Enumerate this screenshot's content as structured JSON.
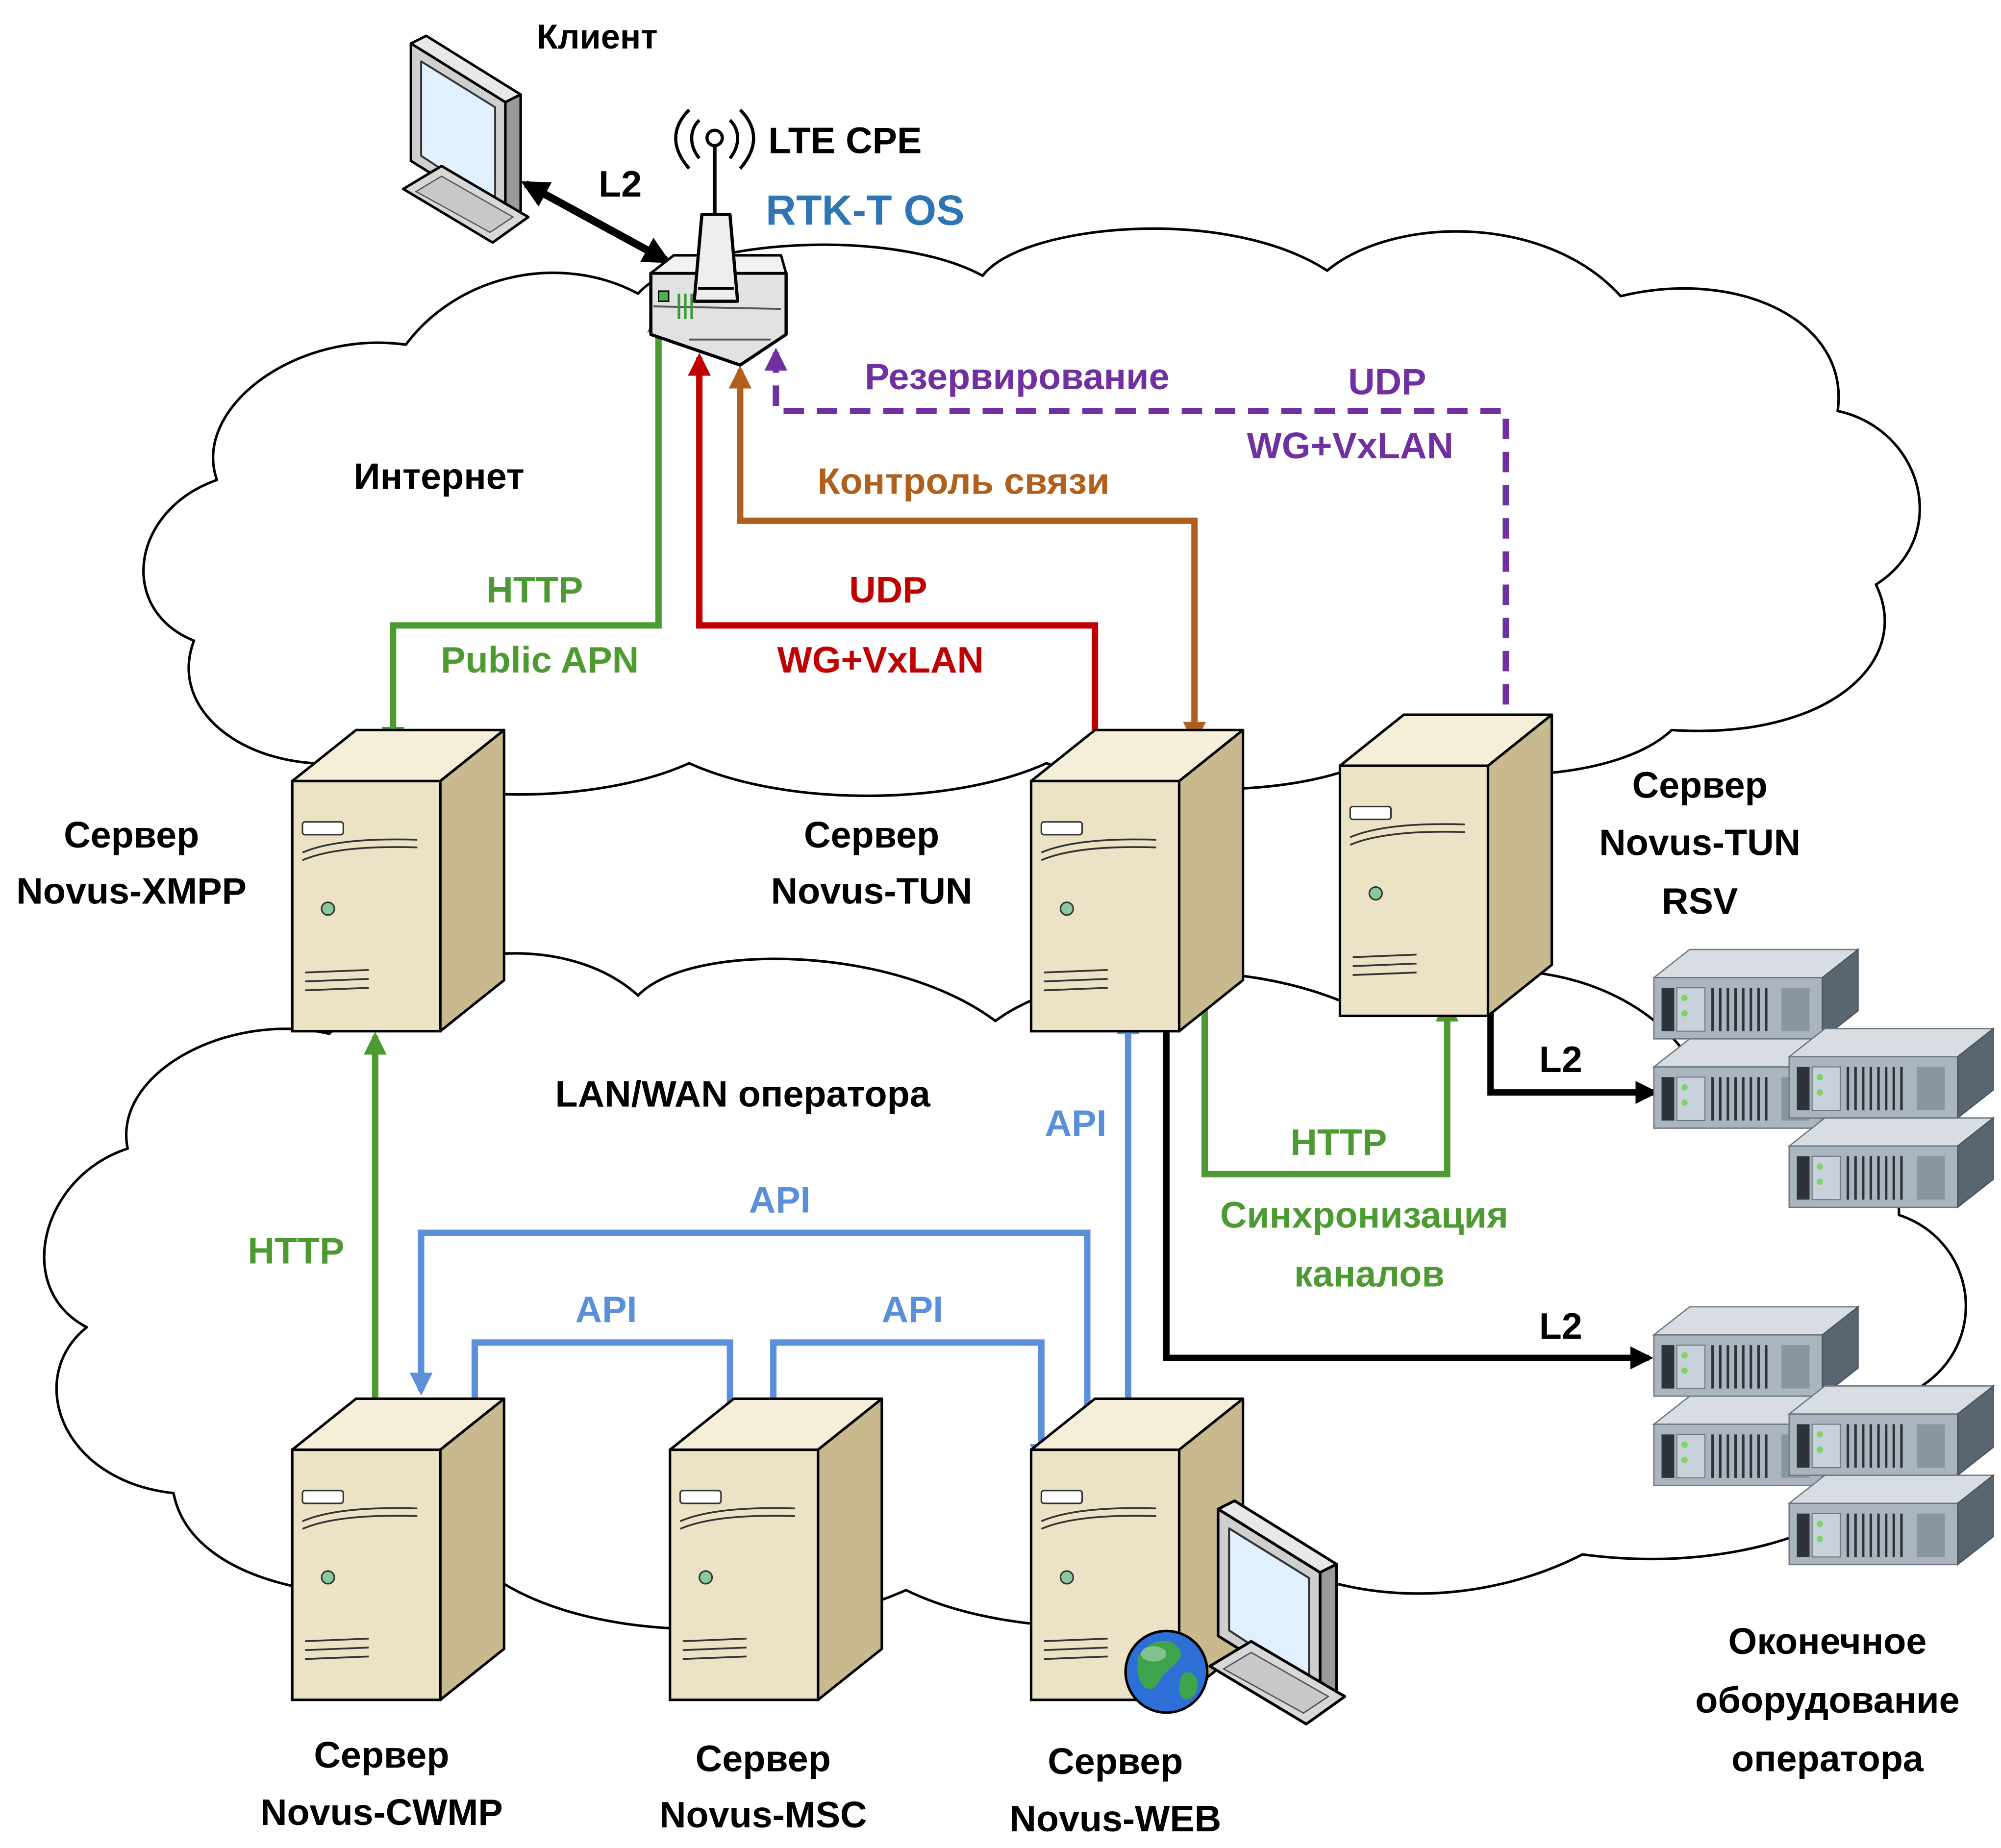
{
  "nodes": {
    "client": {
      "label": "Клиент"
    },
    "cpe": {
      "label": "LTE CPE",
      "os": "RTK-T OS"
    },
    "xmpp": {
      "line1": "Сервер",
      "line2": "Novus-XMPP"
    },
    "tun": {
      "line1": "Сервер",
      "line2": "Novus-TUN"
    },
    "tun_rsv": {
      "line1": "Сервер",
      "line2": "Novus-TUN",
      "line3": "RSV"
    },
    "cwmp": {
      "line1": "Сервер",
      "line2": "Novus-CWMP"
    },
    "msc": {
      "line1": "Сервер",
      "line2": "Novus-MSC"
    },
    "web": {
      "line1": "Сервер",
      "line2": "Novus-WEB"
    },
    "operator_equipment": {
      "line1": "Оконечное",
      "line2": "оборудование",
      "line3": "оператора"
    }
  },
  "zones": {
    "internet": "Интернет",
    "lan_wan": "LAN/WAN оператора"
  },
  "links": {
    "client_cpe": "L2",
    "http_public_apn": {
      "line1": "HTTP",
      "line2": "Public APN"
    },
    "udp_wg": {
      "line1": "UDP",
      "line2": "WG+VxLAN"
    },
    "link_control": "Контроль связи",
    "reserve": "Резервирование",
    "reserve_udp": {
      "line1": "UDP",
      "line2": "WG+VxLAN"
    },
    "xmpp_cwmp_http": "HTTP",
    "api_top": "API",
    "api_left": "API",
    "api_right": "API",
    "api_web_tun": "API",
    "sync": {
      "line1": "HTTP",
      "line2": "Синхронизация",
      "line3": "каналов"
    },
    "rsv_l2": "L2",
    "tun_l2": "L2"
  },
  "colors": {
    "green": "#4e9a32",
    "red": "#c00000",
    "orange": "#b0601c",
    "purple": "#7030a0",
    "blue": "#5b8fd9",
    "black": "#000000",
    "blue_text": "#2e75b6"
  }
}
